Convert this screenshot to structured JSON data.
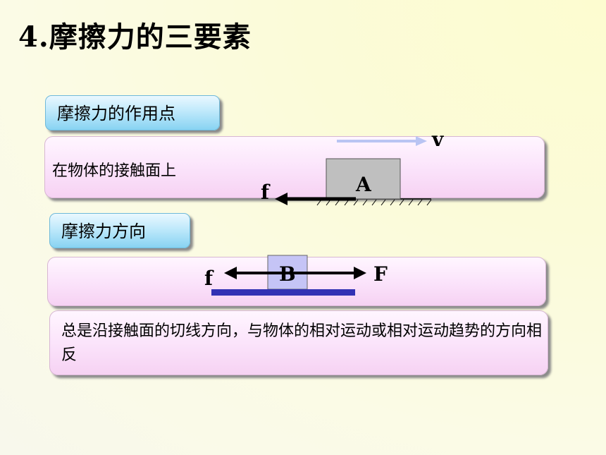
{
  "slide": {
    "title": "4.摩擦力的三要素",
    "section1": {
      "tab_label": "摩擦力的作用点",
      "panel_text": "在物体的接触面上",
      "velocity_label": "v",
      "friction_label": "f",
      "block_label": "A"
    },
    "section2": {
      "tab_label": "摩擦力方向",
      "friction_label": "f",
      "force_label": "F",
      "block_label": "B",
      "description": "总是沿接触面的切线方向，与物体的相对运动或相对运动趋势的方向相反"
    }
  },
  "colors": {
    "tab_fill": "#88d3f2",
    "panel_fill": "#f6d2f3",
    "velocity_arrow": "#b9c4f3",
    "block_a": "#bfbfbf",
    "block_b": "#c5c4f6",
    "surface_b": "#3232b4"
  }
}
